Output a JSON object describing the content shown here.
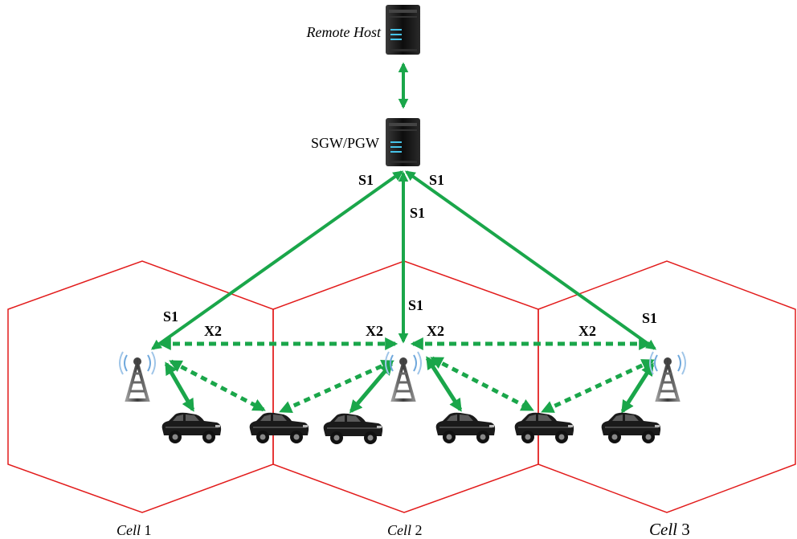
{
  "nodes": {
    "remote_host": {
      "label": "Remote Host"
    },
    "gateway": {
      "label": "SGW/PGW"
    }
  },
  "links": {
    "s1_left_top": "S1",
    "s1_right_top": "S1",
    "s1_center_top": "S1",
    "s1_center_bottom": "S1",
    "s1_left_bottom": "S1",
    "s1_right_bottom": "S1",
    "x2_left": "X2",
    "x2_center_left": "X2",
    "x2_center_right": "X2",
    "x2_right": "X2"
  },
  "cells": [
    {
      "prefix": "Cell",
      "number": "1"
    },
    {
      "prefix": "Cell",
      "number": "2"
    },
    {
      "prefix": "Cell",
      "number": "3"
    }
  ],
  "colors": {
    "link": "#1aa64a",
    "cell_border": "#e21b1b",
    "server_body": "#1b1b1b",
    "vehicle": "#1a1a1a",
    "tower": "#555555",
    "signal": "#6fa8dc"
  },
  "icons": {
    "server": "server-icon",
    "tower": "cell-tower-icon",
    "vehicle": "car-icon"
  }
}
